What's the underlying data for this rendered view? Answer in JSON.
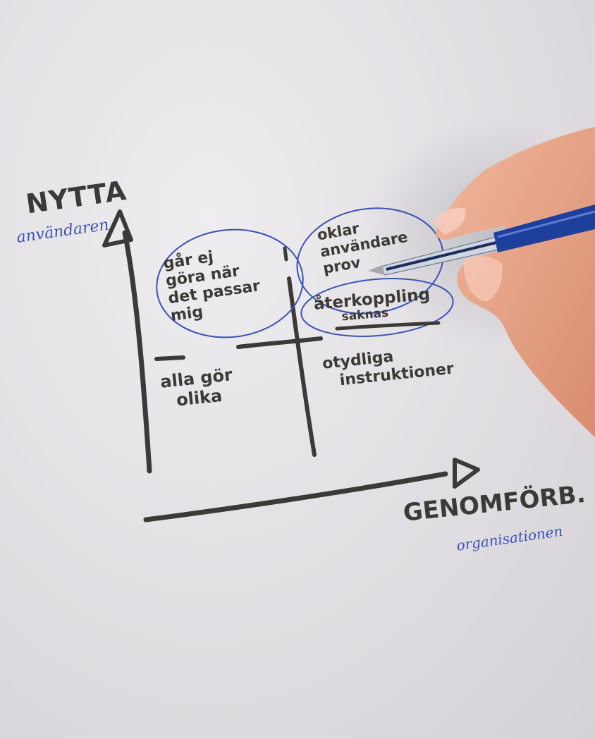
{
  "colors": {
    "paper": "#e6e4e7",
    "marker": "#3b3a36",
    "pen_ink": "#3b52b8",
    "skin": "#e9a98d",
    "pen_barrel": "#1f3f9c"
  },
  "labels": {
    "y_axis": "NYTTA",
    "y_axis_sub": "användaren",
    "x_axis": "GENOMFÖRB.",
    "x_axis_sub": "organisationen",
    "top_left_lines": [
      "går ej",
      "göra när",
      "det passar",
      "mig"
    ],
    "top_right_lines": [
      "oklar",
      "användare",
      "prov"
    ],
    "top_right_second": [
      "återkoppling",
      "saknas"
    ],
    "bottom_left_lines": [
      "alla gör",
      "olika"
    ],
    "bottom_right_lines": [
      "otydliga",
      "instruktioner"
    ]
  }
}
